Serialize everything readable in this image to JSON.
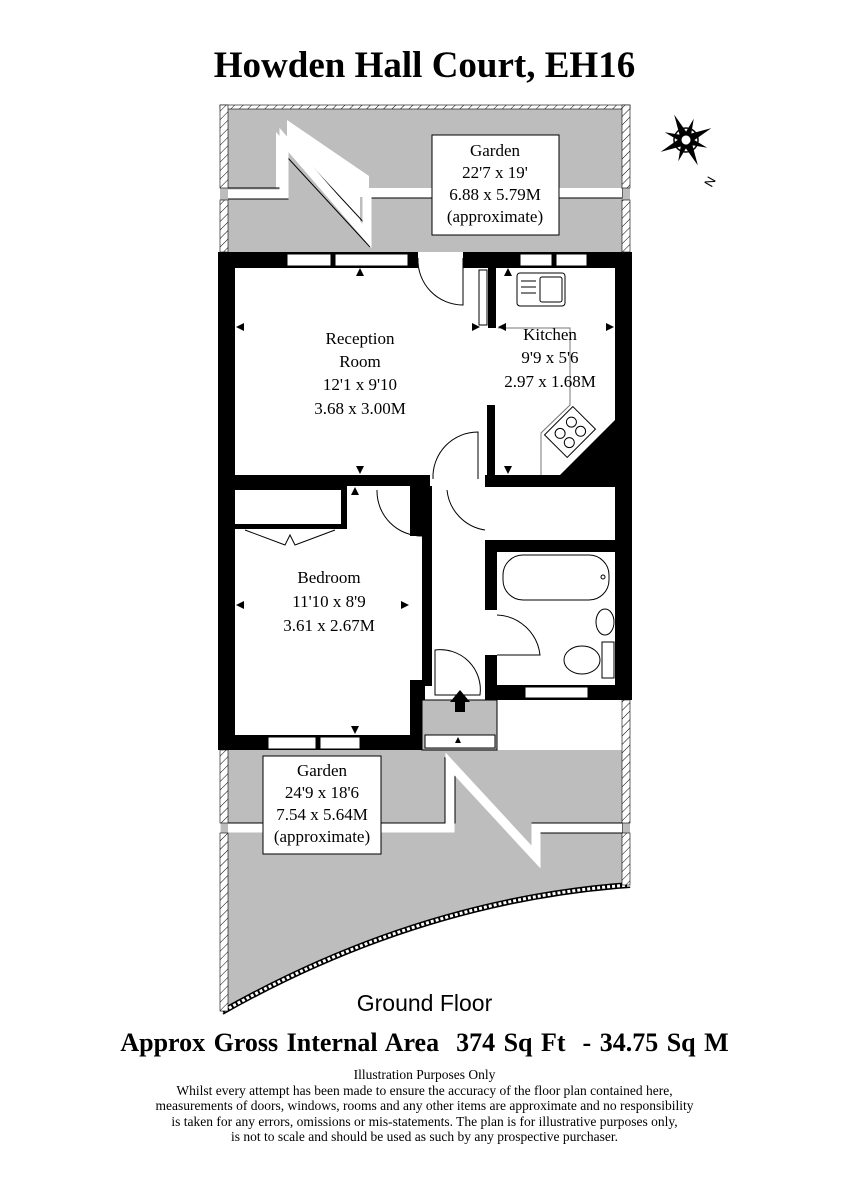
{
  "title": "Howden Hall Court, EH16",
  "compass": {
    "icon": "compass-rose-icon",
    "north_label": "N"
  },
  "rooms": {
    "reception": {
      "name_line1": "Reception",
      "name_line2": "Room",
      "imperial": "12'1 x 9'10",
      "metric": "3.68 x 3.00M"
    },
    "kitchen": {
      "name": "Kitchen",
      "imperial": "9'9 x 5'6",
      "metric": "2.97 x 1.68M"
    },
    "bedroom": {
      "name": "Bedroom",
      "imperial": "11'10 x 8'9",
      "metric": "3.61 x 2.67M"
    },
    "garden_rear": {
      "name": "Garden",
      "imperial": "22'7 x 19'",
      "metric": "6.88 x 5.79M",
      "note": "(approximate)"
    },
    "garden_front": {
      "name": "Garden",
      "imperial": "24'9 x 18'6",
      "metric": "7.54 x 5.64M",
      "note": "(approximate)"
    }
  },
  "floor_label": "Ground Floor",
  "area_label": "Approx Gross Internal Area  374 Sq Ft  - 34.75 Sq M",
  "disclaimer": {
    "heading": "Illustration Purposes Only",
    "lines": [
      "Whilst every attempt has been made to ensure the accuracy of the floor plan contained here,",
      "measurements of doors, windows, rooms and any other items are approximate and no responsibility",
      "is taken for any errors, omissions or mis-statements. The plan is for illustrative purposes only,",
      "is not to scale and should be used as such by any prospective purchaser."
    ]
  },
  "colors": {
    "garden": "#bdbdbd",
    "wall": "#000000"
  }
}
